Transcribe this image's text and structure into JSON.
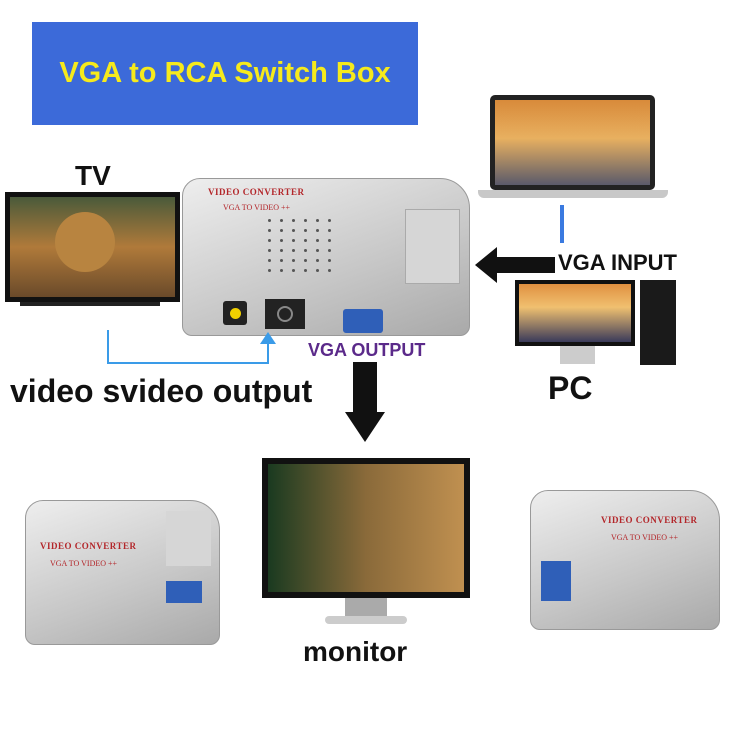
{
  "banner": {
    "title": "VGA to RCA Switch Box",
    "bg": "#3c6ad9",
    "text_color": "#f6ea1c"
  },
  "labels": {
    "tv": "TV",
    "vga_input": "VGA INPUT",
    "pc": "PC",
    "vga_output": "VGA OUTPUT",
    "video_output": "video svideo output",
    "monitor": "monitor"
  },
  "device": {
    "title": "VIDEO CONVERTER",
    "subtitle": "VGA TO VIDEO ++"
  },
  "colors": {
    "vga_output": "#5b2a8a",
    "connector_line": "#3a9be8"
  }
}
